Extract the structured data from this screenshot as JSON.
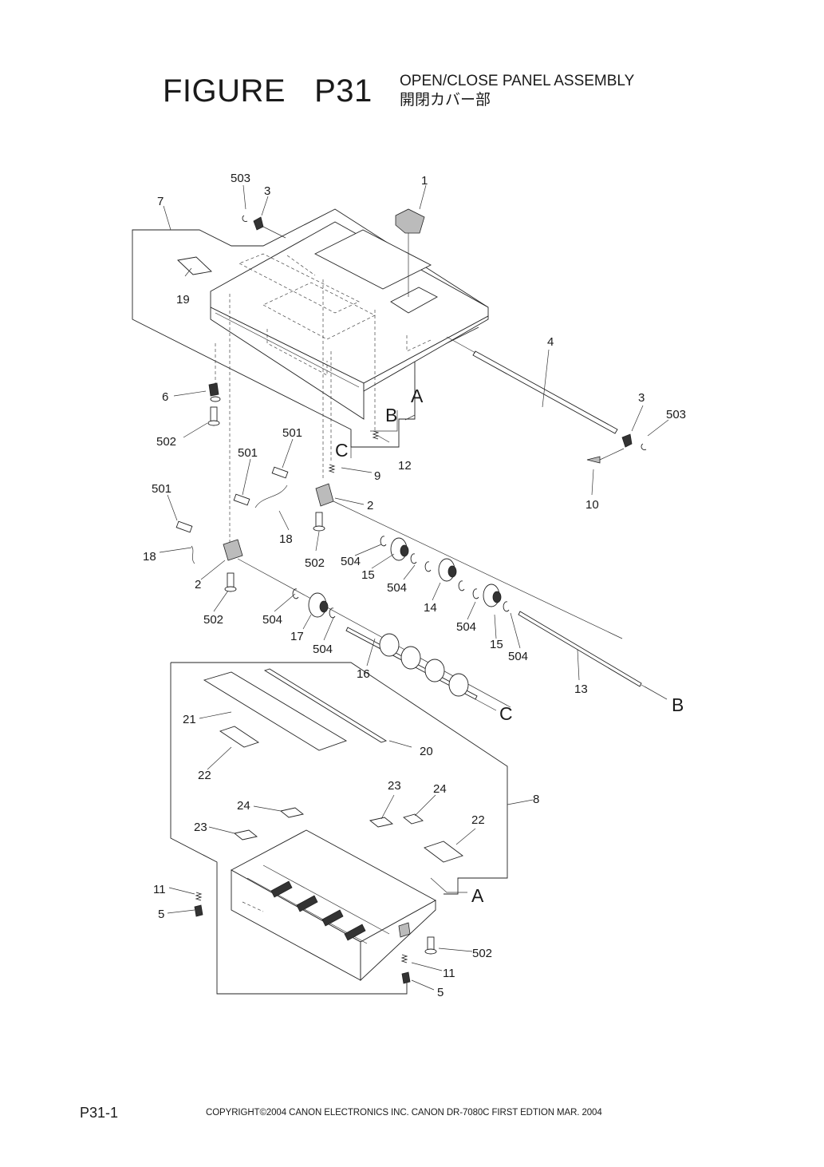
{
  "header": {
    "figure_label": "FIGURE",
    "figure_number": "P31",
    "title_en": "OPEN/CLOSE PANEL ASSEMBLY",
    "title_ja": "開閉カバー部"
  },
  "callouts": {
    "c1": "1",
    "c2a": "2",
    "c2b": "2",
    "c3a": "3",
    "c3b": "3",
    "c4": "4",
    "c5a": "5",
    "c5b": "5",
    "c6": "6",
    "c7": "7",
    "c8": "8",
    "c9": "9",
    "c10": "10",
    "c11a": "11",
    "c11b": "11",
    "c12": "12",
    "c13": "13",
    "c14": "14",
    "c15a": "15",
    "c15b": "15",
    "c16": "16",
    "c17": "17",
    "c18a": "18",
    "c18b": "18",
    "c19": "19",
    "c20": "20",
    "c21": "21",
    "c22a": "22",
    "c22b": "22",
    "c23a": "23",
    "c23b": "23",
    "c24a": "24",
    "c24b": "24",
    "c501a": "501",
    "c501b": "501",
    "c501c": "501",
    "c502a": "502",
    "c502b": "502",
    "c502c": "502",
    "c502d": "502",
    "c503a": "503",
    "c503b": "503",
    "c504a": "504",
    "c504b": "504",
    "c504c": "504",
    "c504d": "504",
    "c504e": "504",
    "c504f": "504"
  },
  "references": {
    "A1": "A",
    "A2": "A",
    "B1": "B",
    "B2": "B",
    "C1": "C",
    "C2": "C"
  },
  "footer": {
    "page": "P31-1",
    "copyright": "COPYRIGHT©2004 CANON ELECTRONICS INC.   CANON  DR-7080C  FIRST EDTION  MAR.  2004"
  }
}
